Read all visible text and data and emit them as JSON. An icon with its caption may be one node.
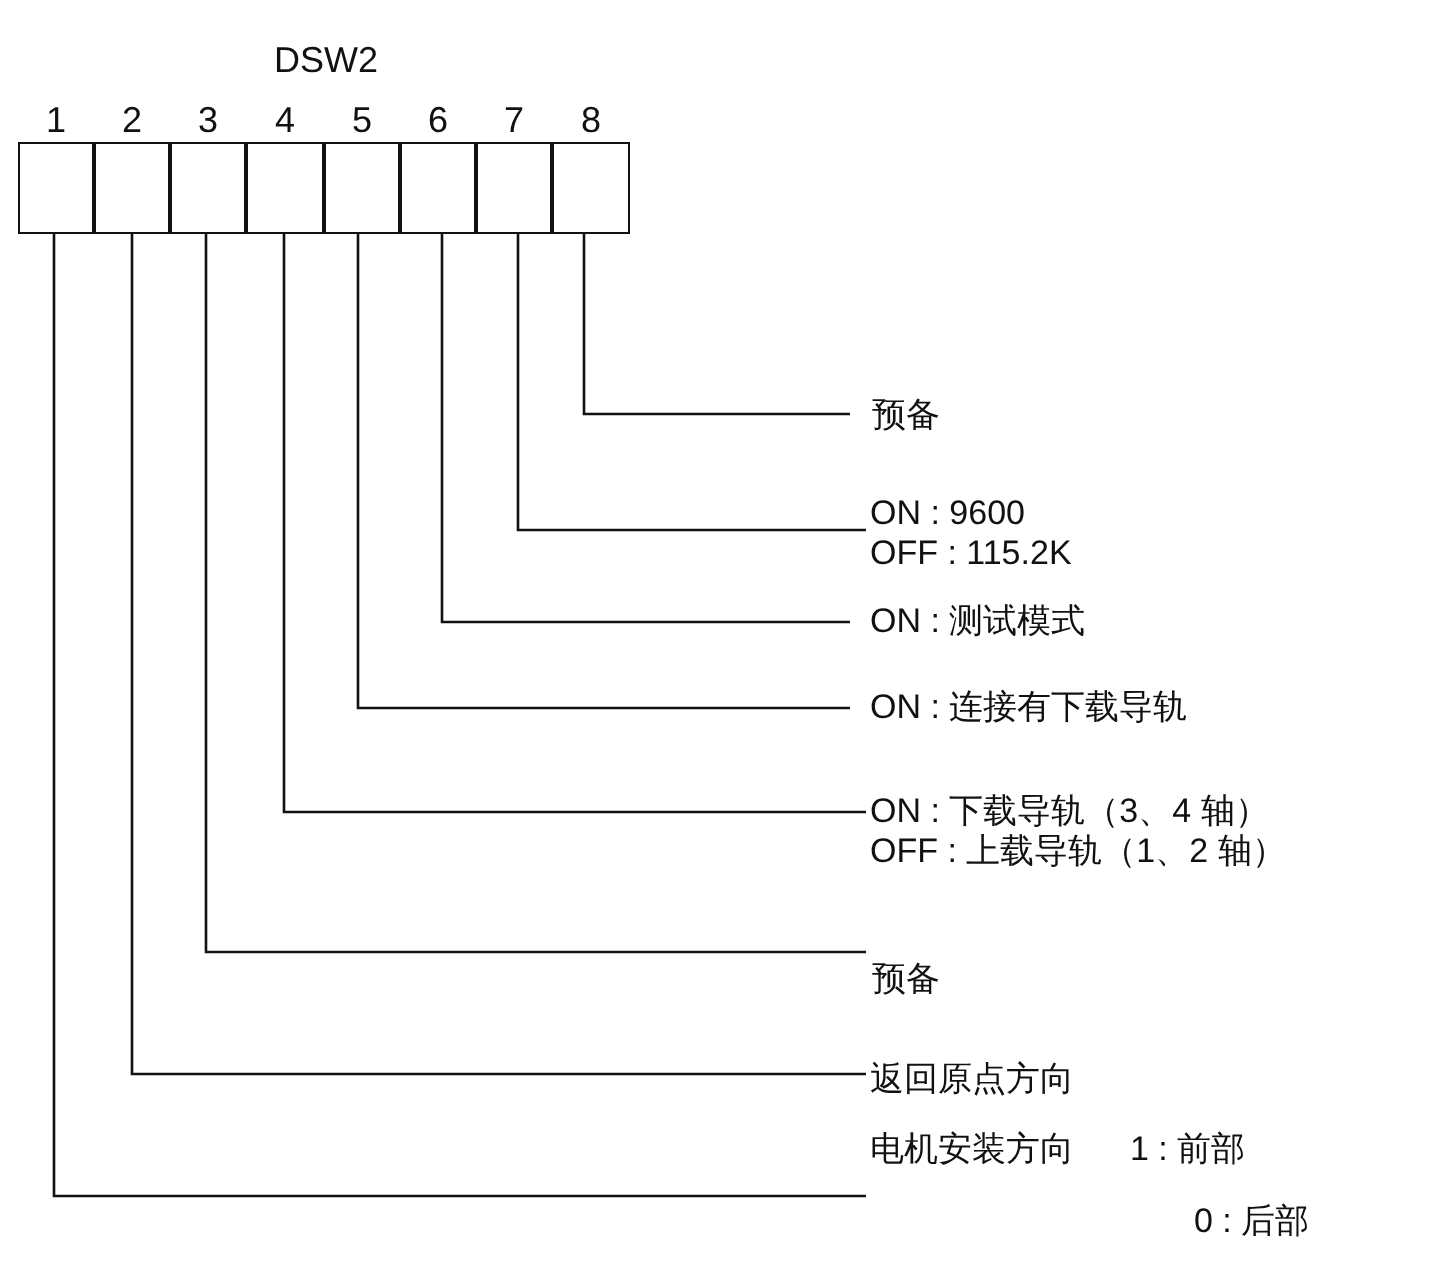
{
  "diagram": {
    "title": "DSW2",
    "nodes": [
      {
        "text": [
          "1"
        ]
      },
      {
        "text": [
          "2"
        ]
      },
      {
        "text": [
          "3"
        ]
      },
      {
        "text": [
          "4"
        ]
      },
      {
        "text": [
          "5"
        ]
      },
      {
        "text": [
          "6"
        ]
      },
      {
        "text": [
          "7"
        ]
      },
      {
        "text": [
          "8"
        ]
      },
      {
        "text": [
          "预备"
        ]
      },
      {
        "text": [
          "ON : 9600",
          "OFF : 115.2K"
        ]
      },
      {
        "text": [
          "ON : 测试模式"
        ]
      },
      {
        "text": [
          "ON : 连接有下载导轨"
        ]
      },
      {
        "text": [
          "ON : 下载导轨（3、4 轴）",
          "OFF : 上载导轨（1、2 轴）"
        ]
      },
      {
        "text": [
          "预备"
        ]
      },
      {
        "text": [
          "返回原点方向"
        ]
      },
      {
        "text": [
          "电机安装方向",
          "1 : 前部",
          "0 : 后部"
        ]
      }
    ],
    "edges": [
      {
        "from": 7,
        "to": 8,
        "arrow": "none"
      },
      {
        "from": 6,
        "to": 9,
        "arrow": "none"
      },
      {
        "from": 5,
        "to": 10,
        "arrow": "none"
      },
      {
        "from": 4,
        "to": 11,
        "arrow": "none"
      },
      {
        "from": 3,
        "to": 12,
        "arrow": "none"
      },
      {
        "from": 2,
        "to": 13,
        "arrow": "none"
      },
      {
        "from": 1,
        "to": 14,
        "arrow": "none"
      },
      {
        "from": 0,
        "to": 15,
        "arrow": "none"
      }
    ]
  }
}
